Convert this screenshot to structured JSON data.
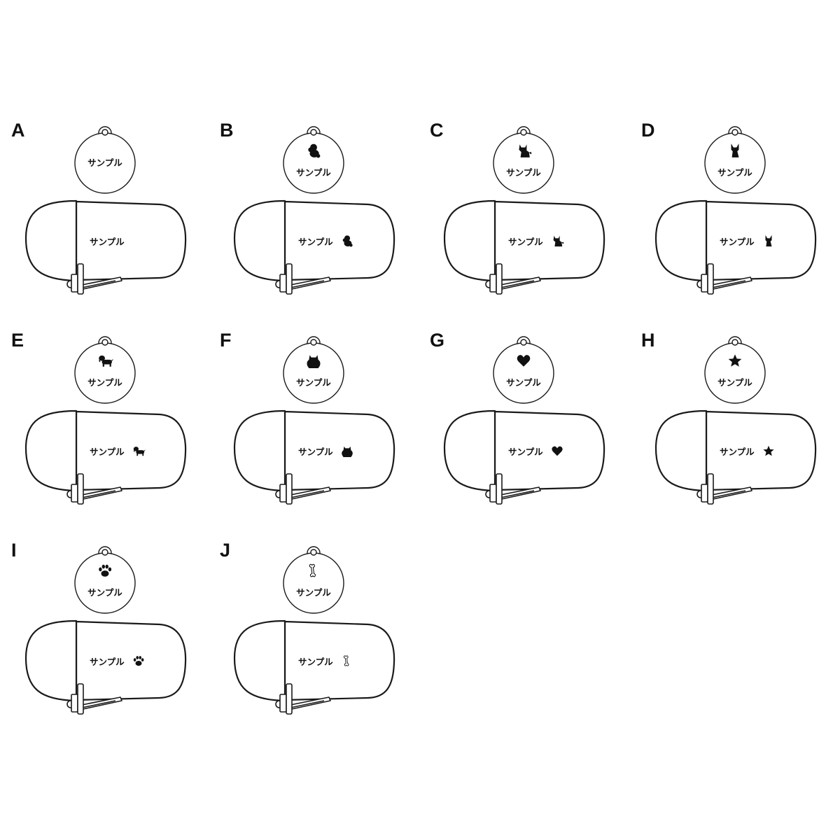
{
  "colors": {
    "line": "#1a1a1a",
    "fill": "#ffffff",
    "ink": "#111111"
  },
  "items": [
    {
      "letter": "A",
      "tag_text": "サンプル",
      "case_text": "サンプル",
      "icon": "none"
    },
    {
      "letter": "B",
      "tag_text": "サンプル",
      "case_text": "サンプル",
      "icon": "poodle"
    },
    {
      "letter": "C",
      "tag_text": "サンプル",
      "case_text": "サンプル",
      "icon": "shiba"
    },
    {
      "letter": "D",
      "tag_text": "サンプル",
      "case_text": "サンプル",
      "icon": "chihuahua"
    },
    {
      "letter": "E",
      "tag_text": "サンプル",
      "case_text": "サンプル",
      "icon": "dachshund"
    },
    {
      "letter": "F",
      "tag_text": "サンプル",
      "case_text": "サンプル",
      "icon": "pomeranian"
    },
    {
      "letter": "G",
      "tag_text": "サンプル",
      "case_text": "サンプル",
      "icon": "heart"
    },
    {
      "letter": "H",
      "tag_text": "サンプル",
      "case_text": "サンプル",
      "icon": "star"
    },
    {
      "letter": "I",
      "tag_text": "サンプル",
      "case_text": "サンプル",
      "icon": "paw"
    },
    {
      "letter": "J",
      "tag_text": "サンプル",
      "case_text": "サンプル",
      "icon": "bone"
    }
  ]
}
